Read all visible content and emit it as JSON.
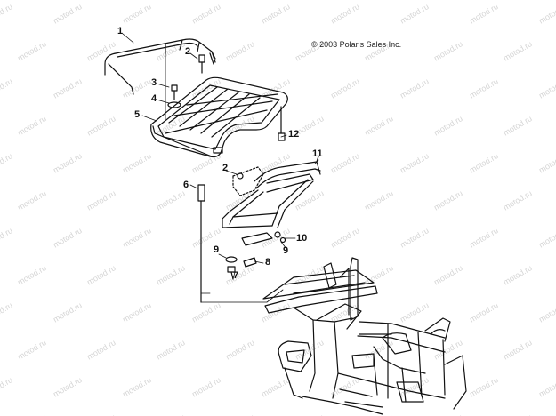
{
  "copyright": "© 2003 Polaris Sales Inc.",
  "watermark": "motod.ru",
  "callouts": [
    {
      "id": "c1",
      "text": "1"
    },
    {
      "id": "c2a",
      "text": "2"
    },
    {
      "id": "c3",
      "text": "3"
    },
    {
      "id": "c4",
      "text": "4"
    },
    {
      "id": "c5",
      "text": "5"
    },
    {
      "id": "c12",
      "text": "12"
    },
    {
      "id": "c2b",
      "text": "2"
    },
    {
      "id": "c11",
      "text": "11"
    },
    {
      "id": "c6",
      "text": "6"
    },
    {
      "id": "c10",
      "text": "10"
    },
    {
      "id": "c9a",
      "text": "9"
    },
    {
      "id": "c9b",
      "text": "9"
    },
    {
      "id": "c8",
      "text": "8"
    },
    {
      "id": "c7",
      "text": "7"
    }
  ]
}
